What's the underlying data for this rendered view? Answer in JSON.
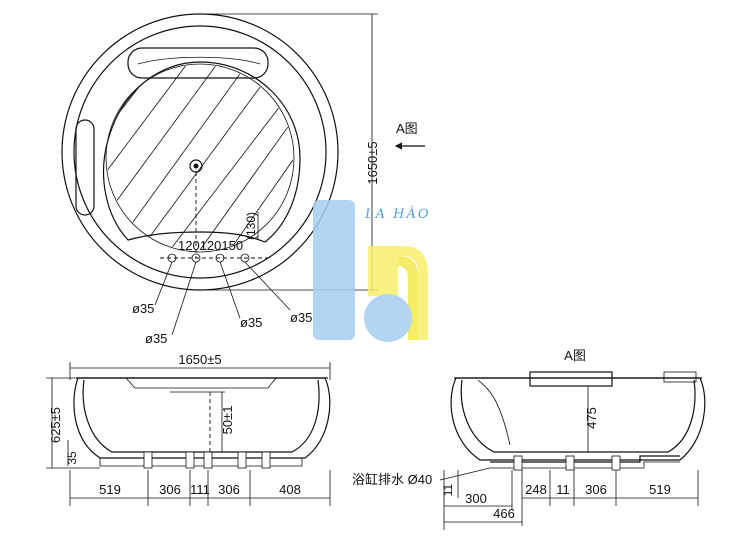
{
  "top_view": {
    "diameter_label": "1650±5",
    "view_marker": "A图",
    "inner_dim": "(130)",
    "spacing_label": "120120150",
    "callouts": [
      "ø35",
      "ø35",
      "ø35",
      "ø35"
    ]
  },
  "front_view": {
    "width_label": "1650±5",
    "height_label": "625±5",
    "depth_label": "50±1",
    "foot_label": "35",
    "bottom_dims": [
      "519",
      "306",
      "111",
      "306",
      "408"
    ]
  },
  "side_view": {
    "title": "A图",
    "height_label": "475",
    "drain_label": "浴缸排水 Ø40",
    "left_dims": [
      "11",
      "300",
      "466"
    ],
    "bottom_dims": [
      "248",
      "11",
      "306",
      "519"
    ]
  },
  "watermark": {
    "brand": "LA HÀO",
    "colors": {
      "blue": "#3a8fe0",
      "yellow": "#f7ef6a"
    }
  }
}
